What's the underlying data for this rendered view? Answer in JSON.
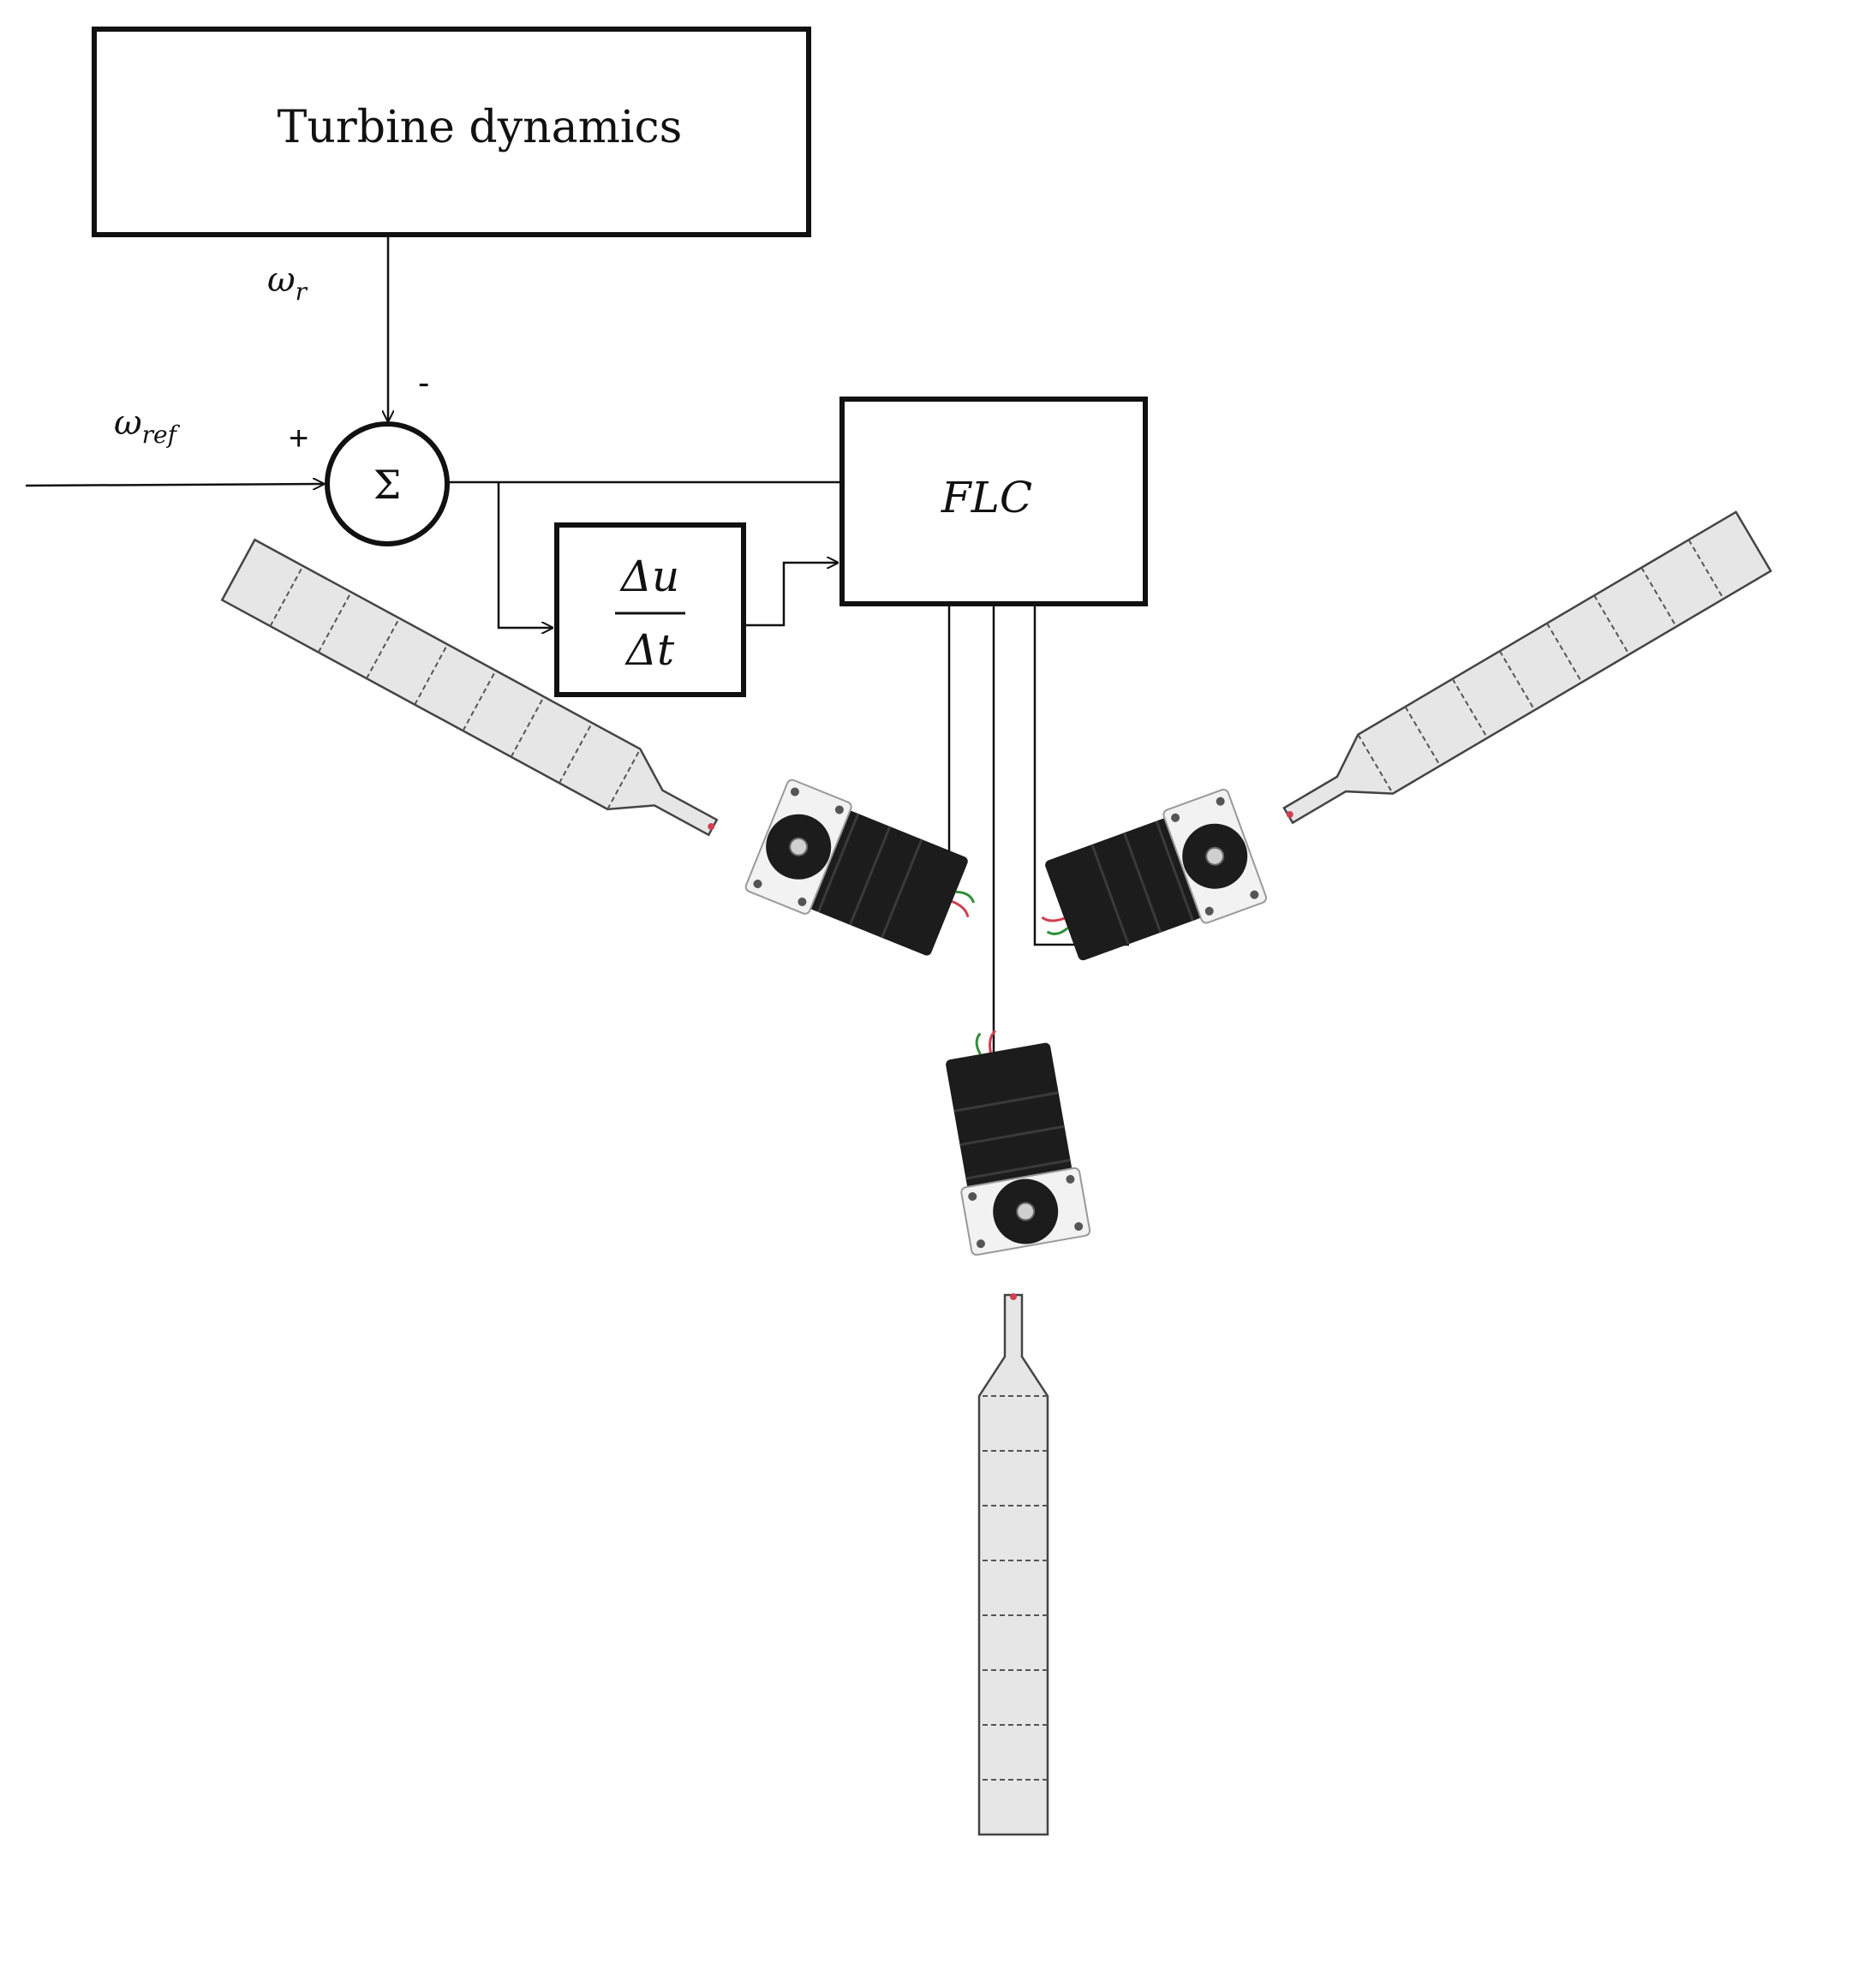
{
  "diagram": {
    "turbine_block": {
      "label": "Turbine dynamics"
    },
    "summing_junction": {
      "symbol": "Σ",
      "plus_sign": "+",
      "minus_sign": "-"
    },
    "derivative_block": {
      "numerator": "Δu",
      "denominator": "Δt"
    },
    "controller_block": {
      "label": "FLC"
    },
    "signals": {
      "feedback": {
        "symbol": "ω",
        "subscript": "r"
      },
      "reference": {
        "symbol": "ω",
        "subscript": "ref"
      }
    },
    "blades": [
      "left",
      "right",
      "bottom"
    ],
    "motors": [
      "stepper motor",
      "stepper motor",
      "stepper motor"
    ],
    "colors": {
      "lines": "#111111",
      "blade_fill": "#e6e6e6",
      "blade_edge": "#444444",
      "motor_body": "#1c1c1c",
      "motor_plate": "#f2f2f2"
    }
  }
}
